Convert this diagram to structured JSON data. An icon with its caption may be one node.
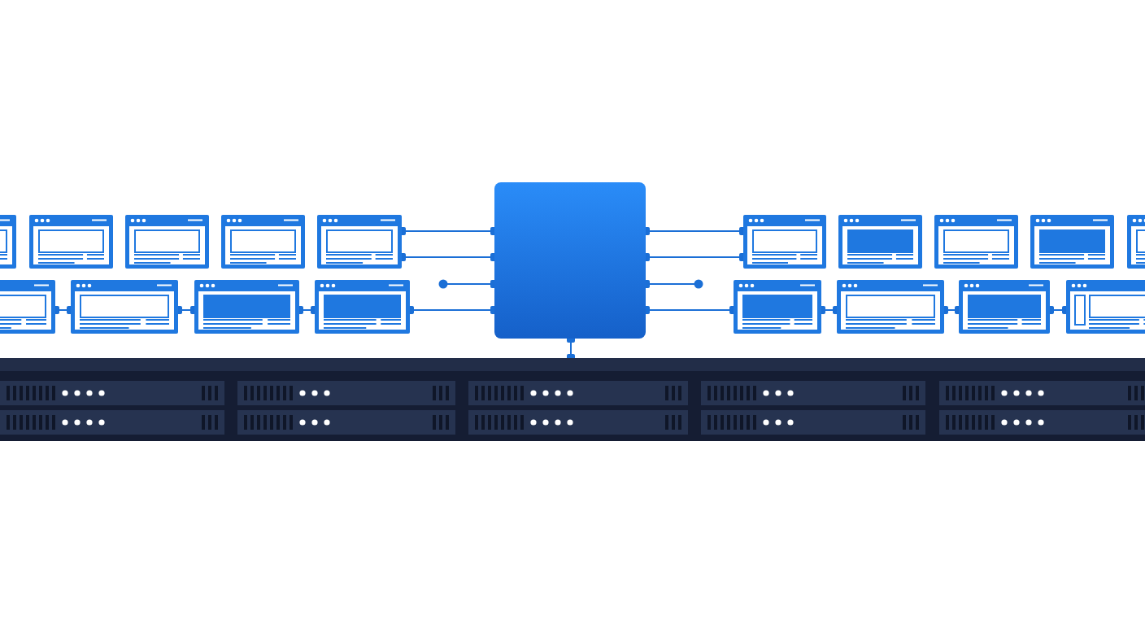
{
  "diagram": {
    "nodes": [
      {
        "text": [],
        "shape": "window"
      },
      {
        "text": [],
        "shape": "window"
      },
      {
        "text": [],
        "shape": "window"
      },
      {
        "text": [],
        "shape": "window"
      },
      {
        "text": [],
        "shape": "window"
      },
      {
        "text": [],
        "shape": "window"
      },
      {
        "text": [],
        "shape": "window"
      },
      {
        "text": [],
        "shape": "window"
      },
      {
        "text": [],
        "shape": "window"
      },
      {
        "text": [],
        "shape": "chip"
      },
      {
        "text": [],
        "shape": "window"
      },
      {
        "text": [],
        "shape": "window"
      },
      {
        "text": [],
        "shape": "window"
      },
      {
        "text": [],
        "shape": "window"
      },
      {
        "text": [],
        "shape": "window"
      },
      {
        "text": [],
        "shape": "window"
      },
      {
        "text": [],
        "shape": "window"
      },
      {
        "text": [],
        "shape": "window"
      },
      {
        "text": [],
        "shape": "window"
      },
      {
        "text": [],
        "shape": "server"
      }
    ],
    "edges": [
      {
        "from": 4,
        "to": 9,
        "arrow": "other"
      },
      {
        "from": 4,
        "to": 9,
        "arrow": "other"
      },
      {
        "from": null,
        "to": 9,
        "arrow": "other"
      },
      {
        "from": 8,
        "to": 9,
        "arrow": "other"
      },
      {
        "from": 5,
        "to": 6,
        "arrow": "other"
      },
      {
        "from": 6,
        "to": 7,
        "arrow": "other"
      },
      {
        "from": 7,
        "to": 8,
        "arrow": "other"
      },
      {
        "from": 9,
        "to": 10,
        "arrow": "other"
      },
      {
        "from": 9,
        "to": 10,
        "arrow": "other"
      },
      {
        "from": 9,
        "to": null,
        "arrow": "other"
      },
      {
        "from": 9,
        "to": 15,
        "arrow": "other"
      },
      {
        "from": 15,
        "to": 16,
        "arrow": "other"
      },
      {
        "from": 16,
        "to": 17,
        "arrow": "other"
      },
      {
        "from": 17,
        "to": 18,
        "arrow": "other"
      },
      {
        "from": 9,
        "to": 19,
        "arrow": "other"
      }
    ]
  }
}
